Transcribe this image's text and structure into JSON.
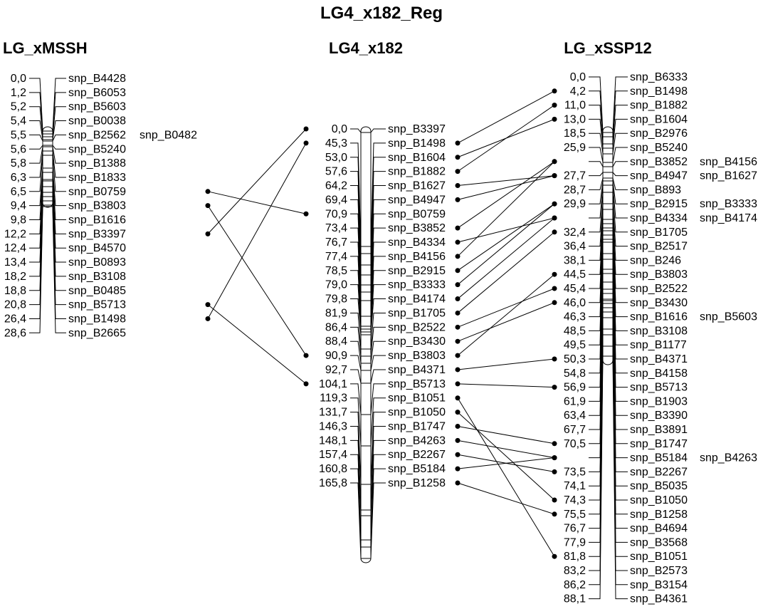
{
  "title": "LG4_x182_Reg",
  "groups": {
    "left": {
      "name": "LG_xMSSH",
      "markers": [
        {
          "pos": "0,0",
          "labels": [
            "snp_B4428"
          ]
        },
        {
          "pos": "1,2",
          "labels": [
            "snp_B6053"
          ]
        },
        {
          "pos": "5,2",
          "labels": [
            "snp_B5603"
          ]
        },
        {
          "pos": "5,4",
          "labels": [
            "snp_B0038"
          ]
        },
        {
          "pos": "5,5",
          "labels": [
            "snp_B2562",
            "snp_B0482"
          ]
        },
        {
          "pos": "5,6",
          "labels": [
            "snp_B5240"
          ]
        },
        {
          "pos": "5,8",
          "labels": [
            "snp_B1388"
          ]
        },
        {
          "pos": "6,3",
          "labels": [
            "snp_B1833"
          ]
        },
        {
          "pos": "6,5",
          "labels": [
            "snp_B0759"
          ]
        },
        {
          "pos": "9,4",
          "labels": [
            "snp_B3803"
          ]
        },
        {
          "pos": "9,8",
          "labels": [
            "snp_B1616"
          ]
        },
        {
          "pos": "12,2",
          "labels": [
            "snp_B3397"
          ]
        },
        {
          "pos": "12,4",
          "labels": [
            "snp_B4570"
          ]
        },
        {
          "pos": "13,4",
          "labels": [
            "snp_B0893"
          ]
        },
        {
          "pos": "18,2",
          "labels": [
            "snp_B3108"
          ]
        },
        {
          "pos": "18,8",
          "labels": [
            "snp_B0485"
          ]
        },
        {
          "pos": "20,8",
          "labels": [
            "snp_B5713"
          ]
        },
        {
          "pos": "26,4",
          "labels": [
            "snp_B1498"
          ]
        },
        {
          "pos": "28,6",
          "labels": [
            "snp_B2665"
          ]
        }
      ]
    },
    "middle": {
      "name": "LG4_x182",
      "markers": [
        {
          "pos": "0,0",
          "labels": [
            "snp_B3397"
          ]
        },
        {
          "pos": "45,3",
          "labels": [
            "snp_B1498"
          ]
        },
        {
          "pos": "53,0",
          "labels": [
            "snp_B1604"
          ]
        },
        {
          "pos": "57,6",
          "labels": [
            "snp_B1882"
          ]
        },
        {
          "pos": "64,2",
          "labels": [
            "snp_B1627"
          ]
        },
        {
          "pos": "69,4",
          "labels": [
            "snp_B4947"
          ]
        },
        {
          "pos": "70,9",
          "labels": [
            "snp_B0759"
          ]
        },
        {
          "pos": "73,4",
          "labels": [
            "snp_B3852"
          ]
        },
        {
          "pos": "76,7",
          "labels": [
            "snp_B4334"
          ]
        },
        {
          "pos": "77,4",
          "labels": [
            "snp_B4156"
          ]
        },
        {
          "pos": "78,5",
          "labels": [
            "snp_B2915"
          ]
        },
        {
          "pos": "79,0",
          "labels": [
            "snp_B3333"
          ]
        },
        {
          "pos": "79,8",
          "labels": [
            "snp_B4174"
          ]
        },
        {
          "pos": "81,9",
          "labels": [
            "snp_B1705"
          ]
        },
        {
          "pos": "86,4",
          "labels": [
            "snp_B2522"
          ]
        },
        {
          "pos": "88,4",
          "labels": [
            "snp_B3430"
          ]
        },
        {
          "pos": "90,9",
          "labels": [
            "snp_B3803"
          ]
        },
        {
          "pos": "92,7",
          "labels": [
            "snp_B4371"
          ]
        },
        {
          "pos": "104,1",
          "labels": [
            "snp_B5713"
          ]
        },
        {
          "pos": "119,3",
          "labels": [
            "snp_B1051"
          ]
        },
        {
          "pos": "131,7",
          "labels": [
            "snp_B1050"
          ]
        },
        {
          "pos": "146,3",
          "labels": [
            "snp_B1747"
          ]
        },
        {
          "pos": "148,1",
          "labels": [
            "snp_B4263"
          ]
        },
        {
          "pos": "157,4",
          "labels": [
            "snp_B2267"
          ]
        },
        {
          "pos": "160,8",
          "labels": [
            "snp_B5184"
          ]
        },
        {
          "pos": "165,8",
          "labels": [
            "snp_B1258"
          ]
        }
      ]
    },
    "right": {
      "name": "LG_xSSP12",
      "markers": [
        {
          "pos": "0,0",
          "labels": [
            "snp_B6333"
          ]
        },
        {
          "pos": "4,2",
          "labels": [
            "snp_B1498"
          ]
        },
        {
          "pos": "11,0",
          "labels": [
            "snp_B1882"
          ]
        },
        {
          "pos": "13,0",
          "labels": [
            "snp_B1604"
          ]
        },
        {
          "pos": "18,5",
          "labels": [
            "snp_B2976"
          ]
        },
        {
          "pos": "25,9",
          "labels": [
            "snp_B5240"
          ]
        },
        {
          "pos": "",
          "labels": [
            "snp_B3852",
            "snp_B4156"
          ]
        },
        {
          "pos": "27,7",
          "labels": [
            "snp_B4947",
            "snp_B1627"
          ]
        },
        {
          "pos": "28,7",
          "labels": [
            "snp_B893"
          ]
        },
        {
          "pos": "29,9",
          "labels": [
            "snp_B2915",
            "snp_B3333"
          ]
        },
        {
          "pos": "",
          "labels": [
            "snp_B4334",
            "snp_B4174"
          ]
        },
        {
          "pos": "32,4",
          "labels": [
            "snp_B1705"
          ]
        },
        {
          "pos": "36,4",
          "labels": [
            "snp_B2517"
          ]
        },
        {
          "pos": "38,1",
          "labels": [
            "snp_B246"
          ]
        },
        {
          "pos": "44,5",
          "labels": [
            "snp_B3803"
          ]
        },
        {
          "pos": "45,4",
          "labels": [
            "snp_B2522"
          ]
        },
        {
          "pos": "46,0",
          "labels": [
            "snp_B3430"
          ]
        },
        {
          "pos": "46,3",
          "labels": [
            "snp_B1616",
            "snp_B5603"
          ]
        },
        {
          "pos": "48,5",
          "labels": [
            "snp_B3108"
          ]
        },
        {
          "pos": "49,5",
          "labels": [
            "snp_B1177"
          ]
        },
        {
          "pos": "50,3",
          "labels": [
            "snp_B4371"
          ]
        },
        {
          "pos": "54,8",
          "labels": [
            "snp_B4158"
          ]
        },
        {
          "pos": "56,9",
          "labels": [
            "snp_B5713"
          ]
        },
        {
          "pos": "61,9",
          "labels": [
            "snp_B1903"
          ]
        },
        {
          "pos": "63,4",
          "labels": [
            "snp_B3390"
          ]
        },
        {
          "pos": "67,7",
          "labels": [
            "snp_B3891"
          ]
        },
        {
          "pos": "70,5",
          "labels": [
            "snp_B1747"
          ]
        },
        {
          "pos": "",
          "labels": [
            "snp_B5184",
            "snp_B4263"
          ]
        },
        {
          "pos": "73,5",
          "labels": [
            "snp_B2267"
          ]
        },
        {
          "pos": "74,1",
          "labels": [
            "snp_B5035"
          ]
        },
        {
          "pos": "74,3",
          "labels": [
            "snp_B1050"
          ]
        },
        {
          "pos": "75,5",
          "labels": [
            "snp_B1258"
          ]
        },
        {
          "pos": "76,7",
          "labels": [
            "snp_B4694"
          ]
        },
        {
          "pos": "77,9",
          "labels": [
            "snp_B3568"
          ]
        },
        {
          "pos": "81,8",
          "labels": [
            "snp_B1051"
          ]
        },
        {
          "pos": "83,2",
          "labels": [
            "snp_B2573"
          ]
        },
        {
          "pos": "86,2",
          "labels": [
            "snp_B3154"
          ]
        },
        {
          "pos": "88,1",
          "labels": [
            "snp_B4361"
          ]
        }
      ]
    }
  },
  "links": [
    {
      "from": "left",
      "marker": "snp_B3397"
    },
    {
      "from": "left",
      "marker": "snp_B1498"
    },
    {
      "from": "left",
      "marker": "snp_B0759"
    },
    {
      "from": "left",
      "marker": "snp_B5713"
    },
    {
      "from": "left",
      "marker": "snp_B3803"
    },
    {
      "from": "right",
      "marker": "snp_B1498"
    },
    {
      "from": "right",
      "marker": "snp_B1604"
    },
    {
      "from": "right",
      "marker": "snp_B1882"
    },
    {
      "from": "right",
      "marker": "snp_B1627"
    },
    {
      "from": "right",
      "marker": "snp_B4947"
    },
    {
      "from": "right",
      "marker": "snp_B3852"
    },
    {
      "from": "right",
      "marker": "snp_B4334"
    },
    {
      "from": "right",
      "marker": "snp_B4156"
    },
    {
      "from": "right",
      "marker": "snp_B2915"
    },
    {
      "from": "right",
      "marker": "snp_B3333"
    },
    {
      "from": "right",
      "marker": "snp_B4174"
    },
    {
      "from": "right",
      "marker": "snp_B1705"
    },
    {
      "from": "right",
      "marker": "snp_B2522"
    },
    {
      "from": "right",
      "marker": "snp_B3430"
    },
    {
      "from": "right",
      "marker": "snp_B3803"
    },
    {
      "from": "right",
      "marker": "snp_B4371"
    },
    {
      "from": "right",
      "marker": "snp_B5713"
    },
    {
      "from": "right",
      "marker": "snp_B1051"
    },
    {
      "from": "right",
      "marker": "snp_B1050"
    },
    {
      "from": "right",
      "marker": "snp_B1747"
    },
    {
      "from": "right",
      "marker": "snp_B4263"
    },
    {
      "from": "right",
      "marker": "snp_B2267"
    },
    {
      "from": "right",
      "marker": "snp_B5184"
    },
    {
      "from": "right",
      "marker": "snp_B1258"
    }
  ]
}
